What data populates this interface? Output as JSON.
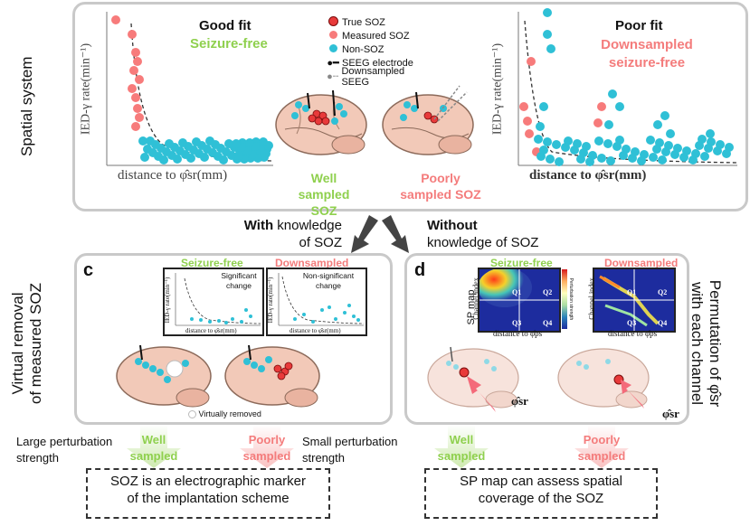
{
  "top": {
    "side_label": "Spatial system",
    "left_plot": {
      "title": "Good fit",
      "subtitle": "Seizure-free",
      "ylabel": "IED-γ rate(min⁻¹)",
      "xlabel": "distance to φ̂sr(mm)"
    },
    "right_plot": {
      "title": "Poor fit",
      "subtitle_line1": "Downsampled",
      "subtitle_line2": "seizure-free",
      "ylabel": "IED-γ rate(min⁻¹)",
      "xlabel": "distance to φ̂sr(mm)"
    },
    "legend": [
      "True SOZ",
      "Measured SOZ",
      "Non-SOZ",
      "SEEG electrode",
      "Downsampled SEEG"
    ],
    "brain_left_label": [
      "Well",
      "sampled SOZ"
    ],
    "brain_right_label": [
      "Poorly",
      "sampled SOZ"
    ]
  },
  "arrows": {
    "left_bold": "With",
    "left_rest": " knowledge",
    "left_line2": "of SOZ",
    "right_bold": "Without",
    "right_line2": "knowledge of SOZ"
  },
  "panel_c": {
    "letter": "c",
    "side_label_line1": "Virtual removal",
    "side_label_line2": "of measured SOZ",
    "col1_title": "Seizure-free",
    "col2_title": "Downsampled",
    "inset1_note": [
      "Significant",
      "change"
    ],
    "inset2_note": [
      "Non-significant",
      "change"
    ],
    "inset_ylabel": "IED-γ rate(min⁻¹)",
    "inset_xlabel": "distance to φ̂sr(mm)",
    "removed_label": "Virtually removed",
    "arrow1_label": [
      "Well",
      "sampled"
    ],
    "arrow2_label": [
      "Poorly",
      "sampled"
    ],
    "left_note": [
      "Large perturbation",
      "strength"
    ],
    "right_note": [
      "Small perturbation",
      "strength"
    ],
    "conclusion": [
      "SOZ is an electrographic marker",
      "of the implantation scheme"
    ]
  },
  "panel_d": {
    "letter": "d",
    "side_label_line1": "Permutation of φ̂sr",
    "side_label_line2": "with each channel",
    "col1_title": "Seizure-free",
    "col2_title": "Downsampled",
    "sp_map_label": "SP map",
    "colorbar_label": "Perturbation strength",
    "map_ylabel": "Channel index",
    "map_xlabel": "distance to φ̂ps",
    "quadrants": [
      "Q1",
      "Q2",
      "Q3",
      "Q4"
    ],
    "phi_label": "φ̂sr",
    "arrow1_label": [
      "Well",
      "sampled"
    ],
    "arrow2_label": [
      "Poorly",
      "sampled"
    ],
    "conclusion": [
      "SP map can assess spatial",
      "coverage of the SOZ"
    ]
  },
  "colors": {
    "true_soz": "#e83a3a",
    "measured_soz": "#f77b7b",
    "non_soz": "#2fc0d6",
    "green": "#8fd04e",
    "pink": "#f47c7c",
    "panel_border": "#c9c9c9"
  }
}
